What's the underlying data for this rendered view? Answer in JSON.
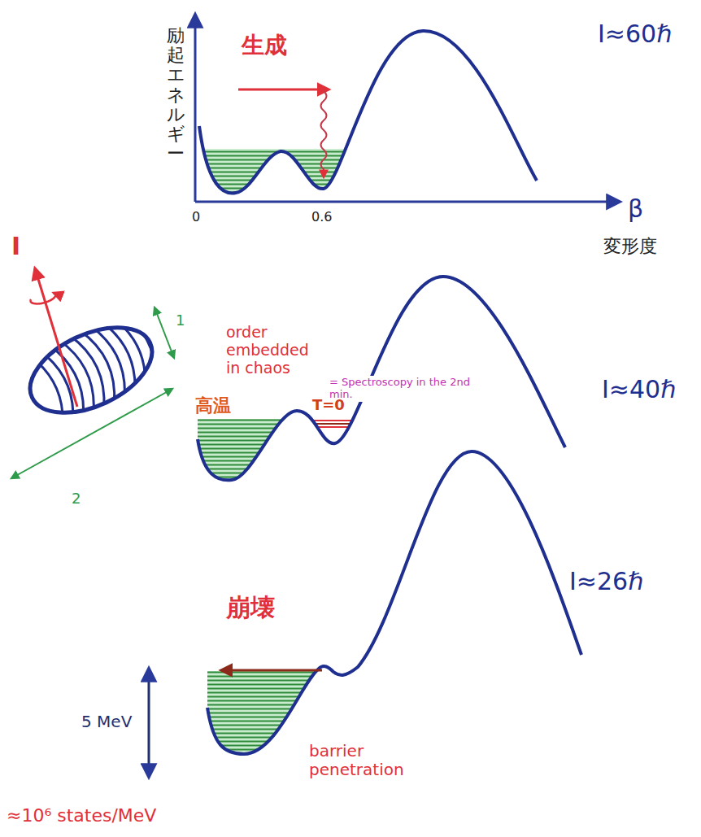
{
  "diagram": {
    "labels": [
      "励起エネルギー",
      "生成",
      "I≈60ℏ",
      "0",
      "0.6",
      "β",
      "変形度",
      "I",
      "1",
      "2",
      "order embedded in chaos",
      "= Spectroscopy in the 2nd min.",
      "高温",
      "T=0",
      "I≈40ℏ",
      "崩壊",
      "I≈26ℏ",
      "5 MeV",
      "barrier penetration",
      "≈10⁶ states/MeV"
    ]
  }
}
